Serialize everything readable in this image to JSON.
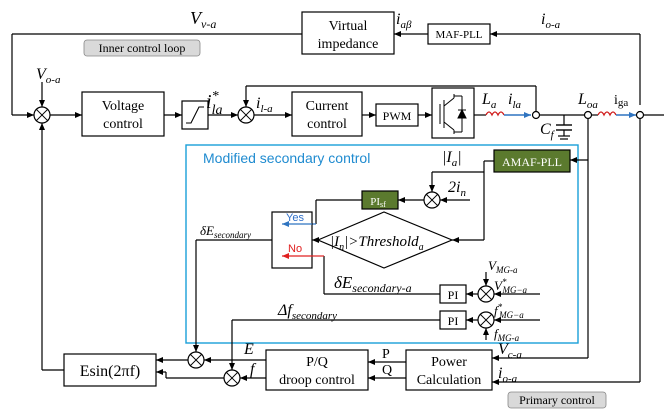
{
  "colors": {
    "line": "#000000",
    "secondary_border": "#1aa0d8",
    "secondary_title": "#1f8bd0",
    "green_block": "#5b7a2e",
    "label_bg": "#d9d9d9",
    "yes": "#2f6fc9",
    "no": "#e02020",
    "arrow_blue": "#2f74c0"
  },
  "labels": {
    "vva": "V",
    "vva_sub": "v-a",
    "iab": "i",
    "iab_sub": "aβ",
    "ioa_top": "i",
    "ioa_top_sub": "o-a",
    "voa": "V",
    "voa_sub": "o-a",
    "ila_star": "i",
    "ila_star_sup": "*",
    "ila_star_sub": "la",
    "il_a": "i",
    "il_a_sub": "l-a",
    "La": "L",
    "La_sub": "a",
    "ila_out": "i",
    "ila_out_sub": "la",
    "Loa": "L",
    "Loa_sub": "oa",
    "iga": "i",
    "iga_sub": "ga",
    "Cf": "C",
    "Cf_sub": "f",
    "Ia": "|I",
    "Ia_sub": "a",
    "Ia_end": "|",
    "two_in": "2i",
    "two_in_sub": "n",
    "dE_sec": "δE",
    "dE_sec_sub": "secondary",
    "cond_main": "|I",
    "cond_sub": "n",
    "cond_rest": "|>Threshold",
    "cond_sub2": "a",
    "dE_sec_a": "δE",
    "dE_sec_a_sub": "secondary-a",
    "VMG": "V",
    "VMG_sub": "MG-a",
    "VMG_star": "V",
    "VMG_star_sub": "MG−a",
    "fMG_star": "f",
    "fMG_star_sub": "MG−a",
    "fMG": "f",
    "fMG_sub": "MG-a",
    "df_sec": "Δf",
    "df_sec_sub": "secondary",
    "E": "E",
    "f": "f",
    "P": "P",
    "Q": "Q",
    "Vca": "V",
    "Vca_sub": "c-a",
    "ioa_bot": "i",
    "ioa_bot_sub": "o-a"
  },
  "blocks": {
    "virtual_impedance_1": "Virtual",
    "virtual_impedance_2": "impedance",
    "maf_pll": "MAF-PLL",
    "voltage_control_1": "Voltage",
    "voltage_control_2": "control",
    "current_control_1": "Current",
    "current_control_2": "control",
    "pwm": "PWM",
    "amaf_pll": "AMAF-PLL",
    "pi_sf": "PI",
    "pi_sf_sub": "sf",
    "pi_1": "PI",
    "pi_2": "PI",
    "esin": "Esin(2πf)",
    "droop_1": "P/Q",
    "droop_2": "droop control",
    "power_calc_1": "Power",
    "power_calc_2": "Calculation"
  },
  "badges": {
    "inner_loop": "Inner control loop",
    "primary": "Primary control",
    "secondary_title": "Modified secondary control"
  },
  "switch": {
    "yes": "Yes",
    "no": "No"
  }
}
